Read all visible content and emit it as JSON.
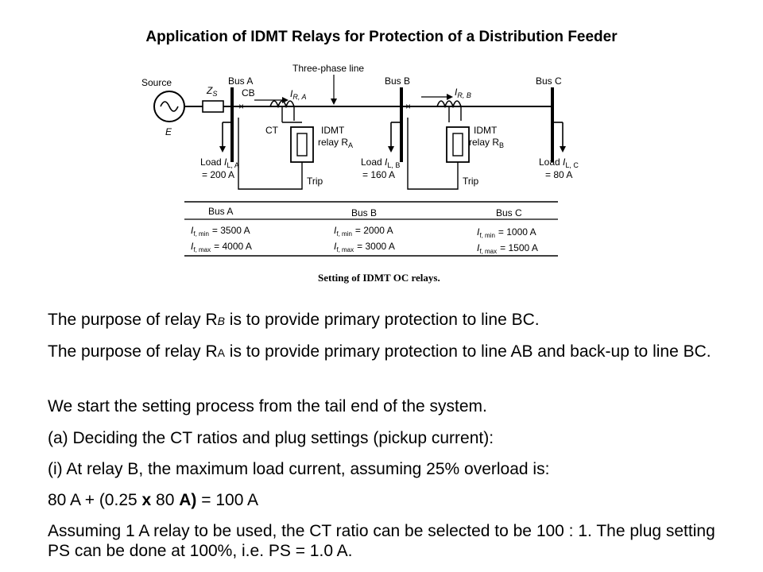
{
  "title": "Application of IDMT Relays for Protection of a Distribution Feeder",
  "diagram": {
    "source_label": "Source",
    "source_emf": "E",
    "zs_label": "Z",
    "zs_sub": "S",
    "bus_a": "Bus A",
    "bus_b": "Bus B",
    "bus_c": "Bus C",
    "cb_label": "CB",
    "ct_label": "CT",
    "line_label": "Three-phase line",
    "ira_label": "I",
    "ira_sub": "R, A",
    "irb_label": "I",
    "irb_sub": "R, B",
    "relay_a_line1": "IDMT",
    "relay_a_line2": "relay R",
    "relay_a_sub": "A",
    "relay_b_line1": "IDMT",
    "relay_b_line2": "relay R",
    "relay_b_sub": "B",
    "trip": "Trip",
    "load_a_line1": "Load ",
    "load_a_i": "I",
    "load_a_sub": "L, A",
    "load_a_value": "= 200 A",
    "load_b_line1": "Load ",
    "load_b_i": "I",
    "load_b_sub": "L, B",
    "load_b_value": "= 160 A",
    "load_c_line1": "Load ",
    "load_c_i": "I",
    "load_c_sub": "L, C",
    "load_c_value": "= 80 A"
  },
  "fault_table": {
    "caption": "Setting of IDMT OC relays.",
    "i_symbol": "I",
    "sub_min": "f, min",
    "sub_max": "f, max",
    "columns": [
      {
        "bus": "Bus A",
        "min": "= 3500 A",
        "max": "= 4000 A"
      },
      {
        "bus": "Bus B",
        "min": "= 2000 A",
        "max": "= 3000 A"
      },
      {
        "bus": "Bus C",
        "min": "= 1000 A",
        "max": "= 1500 A"
      }
    ]
  },
  "body": {
    "p1_pre": "The purpose of relay R",
    "p1_sub": "B",
    "p1_post": " is to provide primary protection to line BC.",
    "p2_pre": "The purpose of relay R",
    "p2_sub": "A",
    "p2_post": " is to provide primary protection to line AB and back-up to line BC.",
    "p3": "We start the setting process from the tail end of the system.",
    "p4": "(a) Deciding the CT ratios and plug settings (pickup current):",
    "p5": "(i) At relay B, the maximum load current, assuming 25% overload is:",
    "p6_a": "80 A + (0.25 ",
    "p6_b": "x",
    "p6_c": " 80 ",
    "p6_d": "A)",
    "p6_e": " = 100 A",
    "p7": "Assuming 1 A relay to be used, the CT ratio can be selected to be 100 : 1. The plug  setting PS can be done at 100%, i.e. PS = 1.0 A."
  }
}
